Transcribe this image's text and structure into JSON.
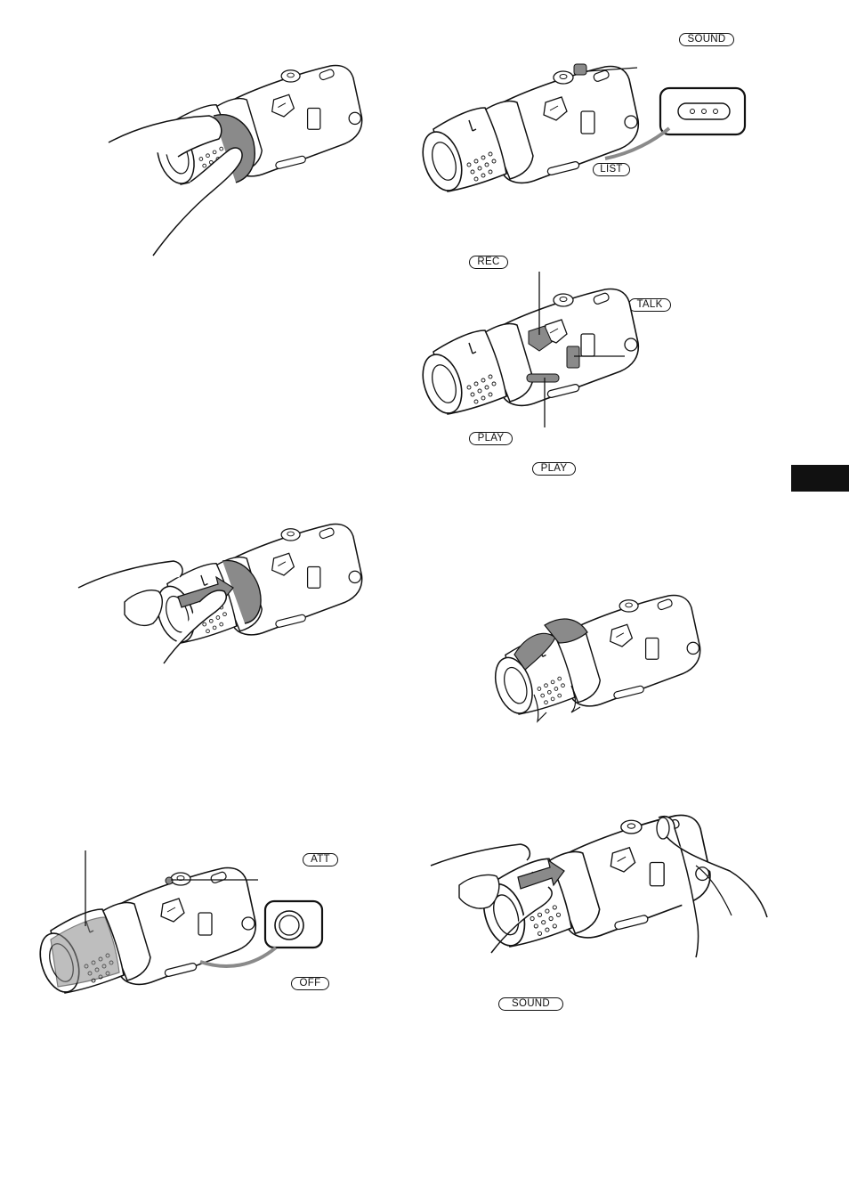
{
  "labels": {
    "sound_top": "SOUND",
    "list": "LIST",
    "rec": "REC",
    "talk": "TALK",
    "play_left": "PLAY",
    "play_right": "PLAY",
    "att": "ATT",
    "off": "OFF",
    "sound_bottom": "SOUND"
  },
  "colors": {
    "ink": "#111111",
    "grey_fill": "#8a8a8a",
    "light_grey": "#b9b9b9",
    "page_tab": "#111111"
  }
}
